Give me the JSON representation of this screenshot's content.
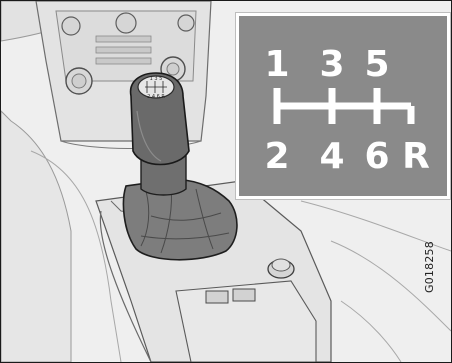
{
  "figure_code": "G018258",
  "gear_diagram": {
    "top_row": [
      "1",
      "3",
      "5"
    ],
    "bottom_row": [
      "2",
      "4",
      "6",
      "R"
    ]
  },
  "knob_engraving": {
    "top_row": "1 3 5",
    "bottom_row": "2 4 6 R"
  },
  "colors": {
    "inset_background": "#8a8a8a",
    "inset_symbols": "#ffffff",
    "line_art": "#2b2b2b",
    "console": "#e4e4e4",
    "boot": "#7d7d7d"
  }
}
